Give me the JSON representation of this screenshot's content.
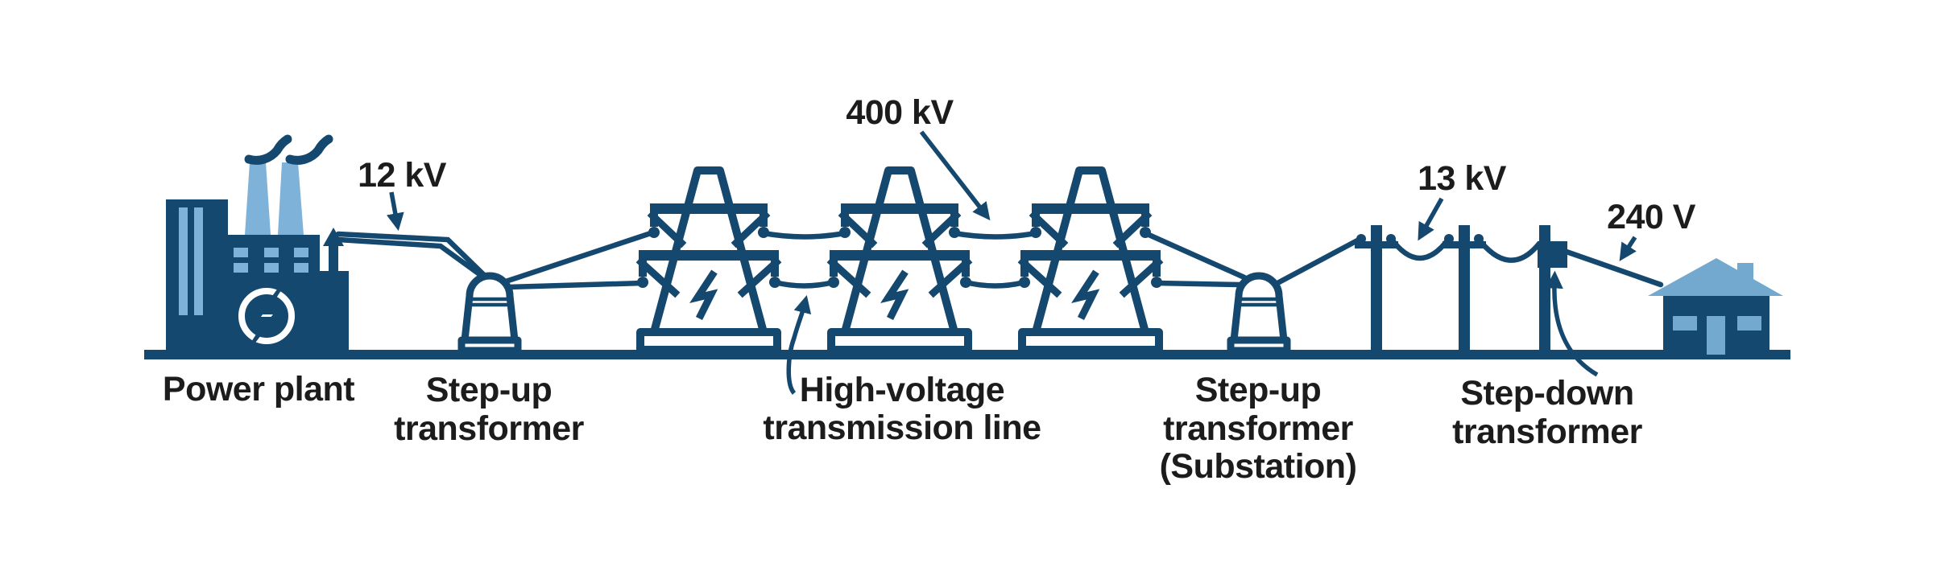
{
  "title": "Electric power transmission from power plant to house",
  "colors": {
    "dark_blue": "#15486e",
    "light_blue": "#7fb2d8",
    "house_blue": "#73a9ce",
    "label_color": "#1c1c1c",
    "background": "#ffffff"
  },
  "labels": {
    "power_plant": "Power plant",
    "step_up_line1": "Step-up",
    "step_up_line2": "transformer",
    "hv_line1": "High-voltage",
    "hv_line2": "transmission line",
    "substation_line1": "Step-up",
    "substation_line2": "transformer",
    "substation_line3": "(Substation)",
    "step_down_line1": "Step-down",
    "step_down_line2": "transformer"
  },
  "voltages": {
    "generator": "12 kV",
    "transmission": "400 kV",
    "distribution": "13 kV",
    "household": "240 V"
  },
  "icons": [
    "power-plant-icon",
    "smokestack-icon",
    "smoke-icon",
    "power-bolt-emblem-icon",
    "up-arrow-icon",
    "step-up-transformer-icon",
    "transmission-tower-icon",
    "lightning-bolt-icon",
    "substation-transformer-icon",
    "utility-pole-icon",
    "step-down-transformer-box-icon",
    "house-icon",
    "pointer-arrow-icon"
  ]
}
